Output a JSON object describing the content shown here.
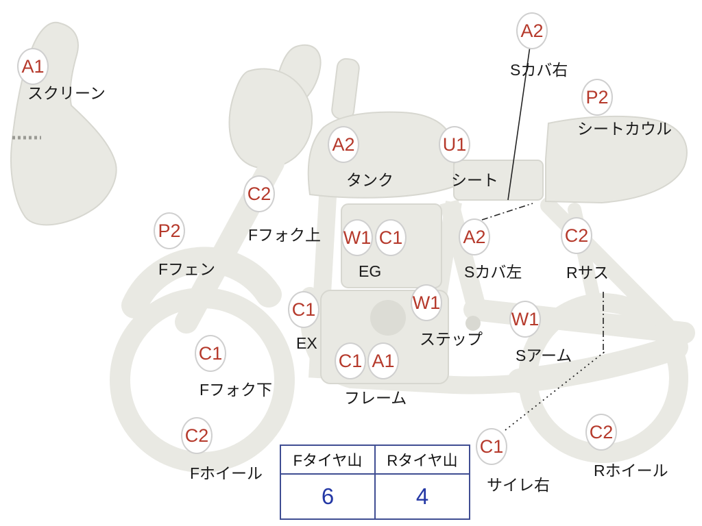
{
  "colors": {
    "grade_text": "#b5392b",
    "part_label_text": "#1a1a1a",
    "badge_border": "#cfcfcf",
    "bike_fill": "#e9e9e3",
    "table_border": "#3f4d92",
    "tire_value_text": "#2438a5"
  },
  "markers": [
    {
      "part": "screen",
      "grades": [
        "A1"
      ],
      "label": "スクリーン"
    },
    {
      "part": "side-cover-right",
      "grades": [
        "A2"
      ],
      "label": "Sカバ右"
    },
    {
      "part": "seat-cowl",
      "grades": [
        "P2"
      ],
      "label": "シートカウル"
    },
    {
      "part": "tank",
      "grades": [
        "A2"
      ],
      "label": "タンク"
    },
    {
      "part": "seat",
      "grades": [
        "U1"
      ],
      "label": "シート"
    },
    {
      "part": "front-fork-upper",
      "grades": [
        "C2"
      ],
      "label": "Fフォク上"
    },
    {
      "part": "front-fender",
      "grades": [
        "P2"
      ],
      "label": "Fフェン"
    },
    {
      "part": "engine",
      "grades": [
        "W1",
        "C1"
      ],
      "label": "EG"
    },
    {
      "part": "side-cover-left",
      "grades": [
        "A2"
      ],
      "label": "Sカバ左"
    },
    {
      "part": "rear-suspension",
      "grades": [
        "C2"
      ],
      "label": "Rサス"
    },
    {
      "part": "exhaust",
      "grades": [
        "C1"
      ],
      "label": "EX"
    },
    {
      "part": "step",
      "grades": [
        "W1"
      ],
      "label": "ステップ"
    },
    {
      "part": "swing-arm",
      "grades": [
        "W1"
      ],
      "label": "Sアーム"
    },
    {
      "part": "front-fork-lower",
      "grades": [
        "C1"
      ],
      "label": "Fフォク下"
    },
    {
      "part": "frame",
      "grades": [
        "C1",
        "A1"
      ],
      "label": "フレーム"
    },
    {
      "part": "front-wheel",
      "grades": [
        "C2"
      ],
      "label": "Fホイール"
    },
    {
      "part": "silencer-right",
      "grades": [
        "C1"
      ],
      "label": "サイレ右"
    },
    {
      "part": "rear-wheel",
      "grades": [
        "C2"
      ],
      "label": "Rホイール"
    }
  ],
  "tire_table": {
    "headers": [
      "Fタイヤ山",
      "Rタイヤ山"
    ],
    "values": [
      "6",
      "4"
    ]
  }
}
